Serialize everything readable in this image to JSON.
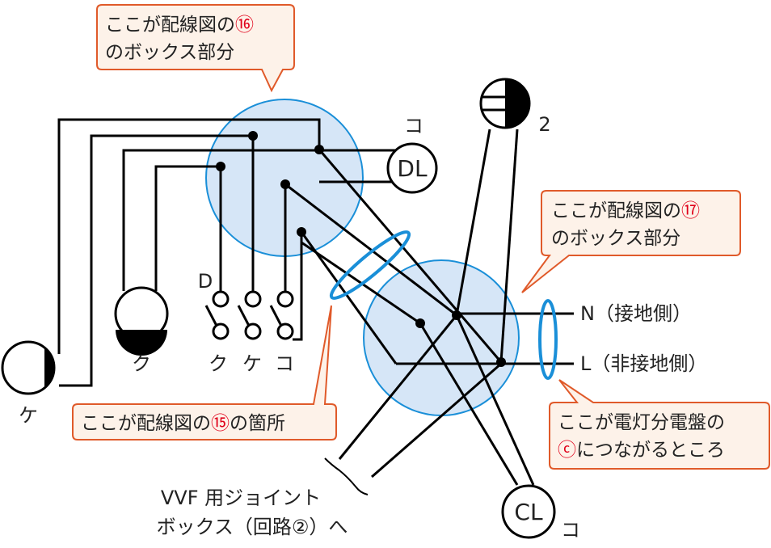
{
  "callouts": {
    "c16": {
      "line1": "ここが配線図の",
      "num": "⑯",
      "line2": "のボックス部分"
    },
    "c17": {
      "line1": "ここが配線図の",
      "num": "⑰",
      "line2": "のボックス部分"
    },
    "c15": {
      "pre": "ここが配線図の",
      "num": "⑮",
      "post": "の箇所"
    },
    "cc": {
      "line1": "ここが電灯分電盤の",
      "num": "ⓒ",
      "line2": "につながるところ"
    }
  },
  "devices": {
    "dl": {
      "text": "DL",
      "tag": "コ"
    },
    "cl": {
      "text": "CL",
      "tag": "コ"
    },
    "lamp2": {
      "tag": "2"
    },
    "lamp_ku": {
      "tag": "ク"
    },
    "lamp_ke": {
      "tag": "ケ"
    }
  },
  "switches": {
    "d_label": "D",
    "labels": [
      "ク",
      "ケ",
      "コ"
    ]
  },
  "lines": {
    "n": "N（接地側）",
    "l": "L（非接地側）"
  },
  "vvf": {
    "line1": "VVF 用ジョイント",
    "line2": "ボックス（回路②）へ"
  },
  "colors": {
    "box_fill": "#d6e6f7",
    "box_stroke": "#1a8fd8",
    "callout_fill": "#fdf2e9",
    "callout_stroke": "#e05a2a",
    "number_red": "#e0001a"
  }
}
